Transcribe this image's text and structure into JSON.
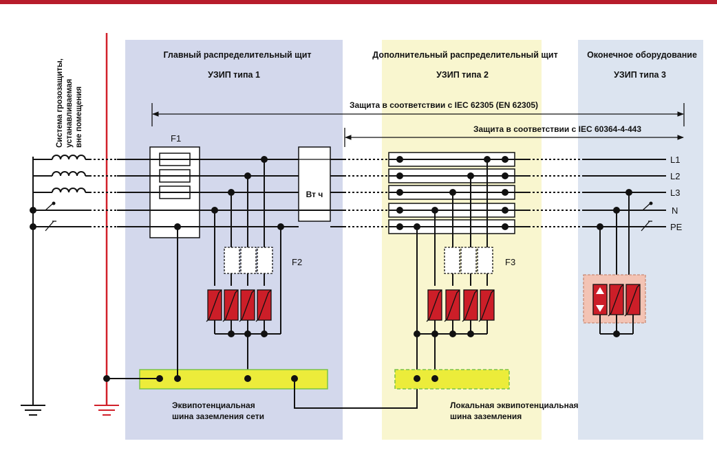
{
  "colors": {
    "top_bar": "#b71c2b",
    "zone_main": "#d3d8ec",
    "zone_sub": "#f9f6cf",
    "zone_term": "#dce4f0",
    "red_line": "#d11f29",
    "varistor": "#cc1e28",
    "bus_yellow": "#ecec3a",
    "bus_border": "#7ac24a",
    "spd3_box": "#f3c3b4"
  },
  "zones": {
    "main": {
      "title": "Главный распределительный щит",
      "spd": "УЗИП типа 1"
    },
    "sub": {
      "title": "Дополнительный распределительный щит",
      "spd": "УЗИП типа 2"
    },
    "terminal": {
      "title": "Оконечное оборудование",
      "spd": "УЗИП типа 3"
    }
  },
  "lightning_system": [
    "Система грозозащиты,",
    "устанавливаемая",
    "вне помещения"
  ],
  "protection": {
    "iec_62305": "Защита в соответствии с IEC 62305 (EN 62305)",
    "iec_60364": "Защита в соответствии с IEC 60364-4-443"
  },
  "lines": [
    "L1",
    "L2",
    "L3",
    "N",
    "PE"
  ],
  "components": {
    "f1": "F1",
    "f2": "F2",
    "f3": "F3",
    "meter": "Вт ч"
  },
  "bus_labels": {
    "main": [
      "Эквипотенциальная",
      "шина заземления сети"
    ],
    "local": [
      "Локальная эквипотенциальная",
      "шина заземления"
    ]
  }
}
